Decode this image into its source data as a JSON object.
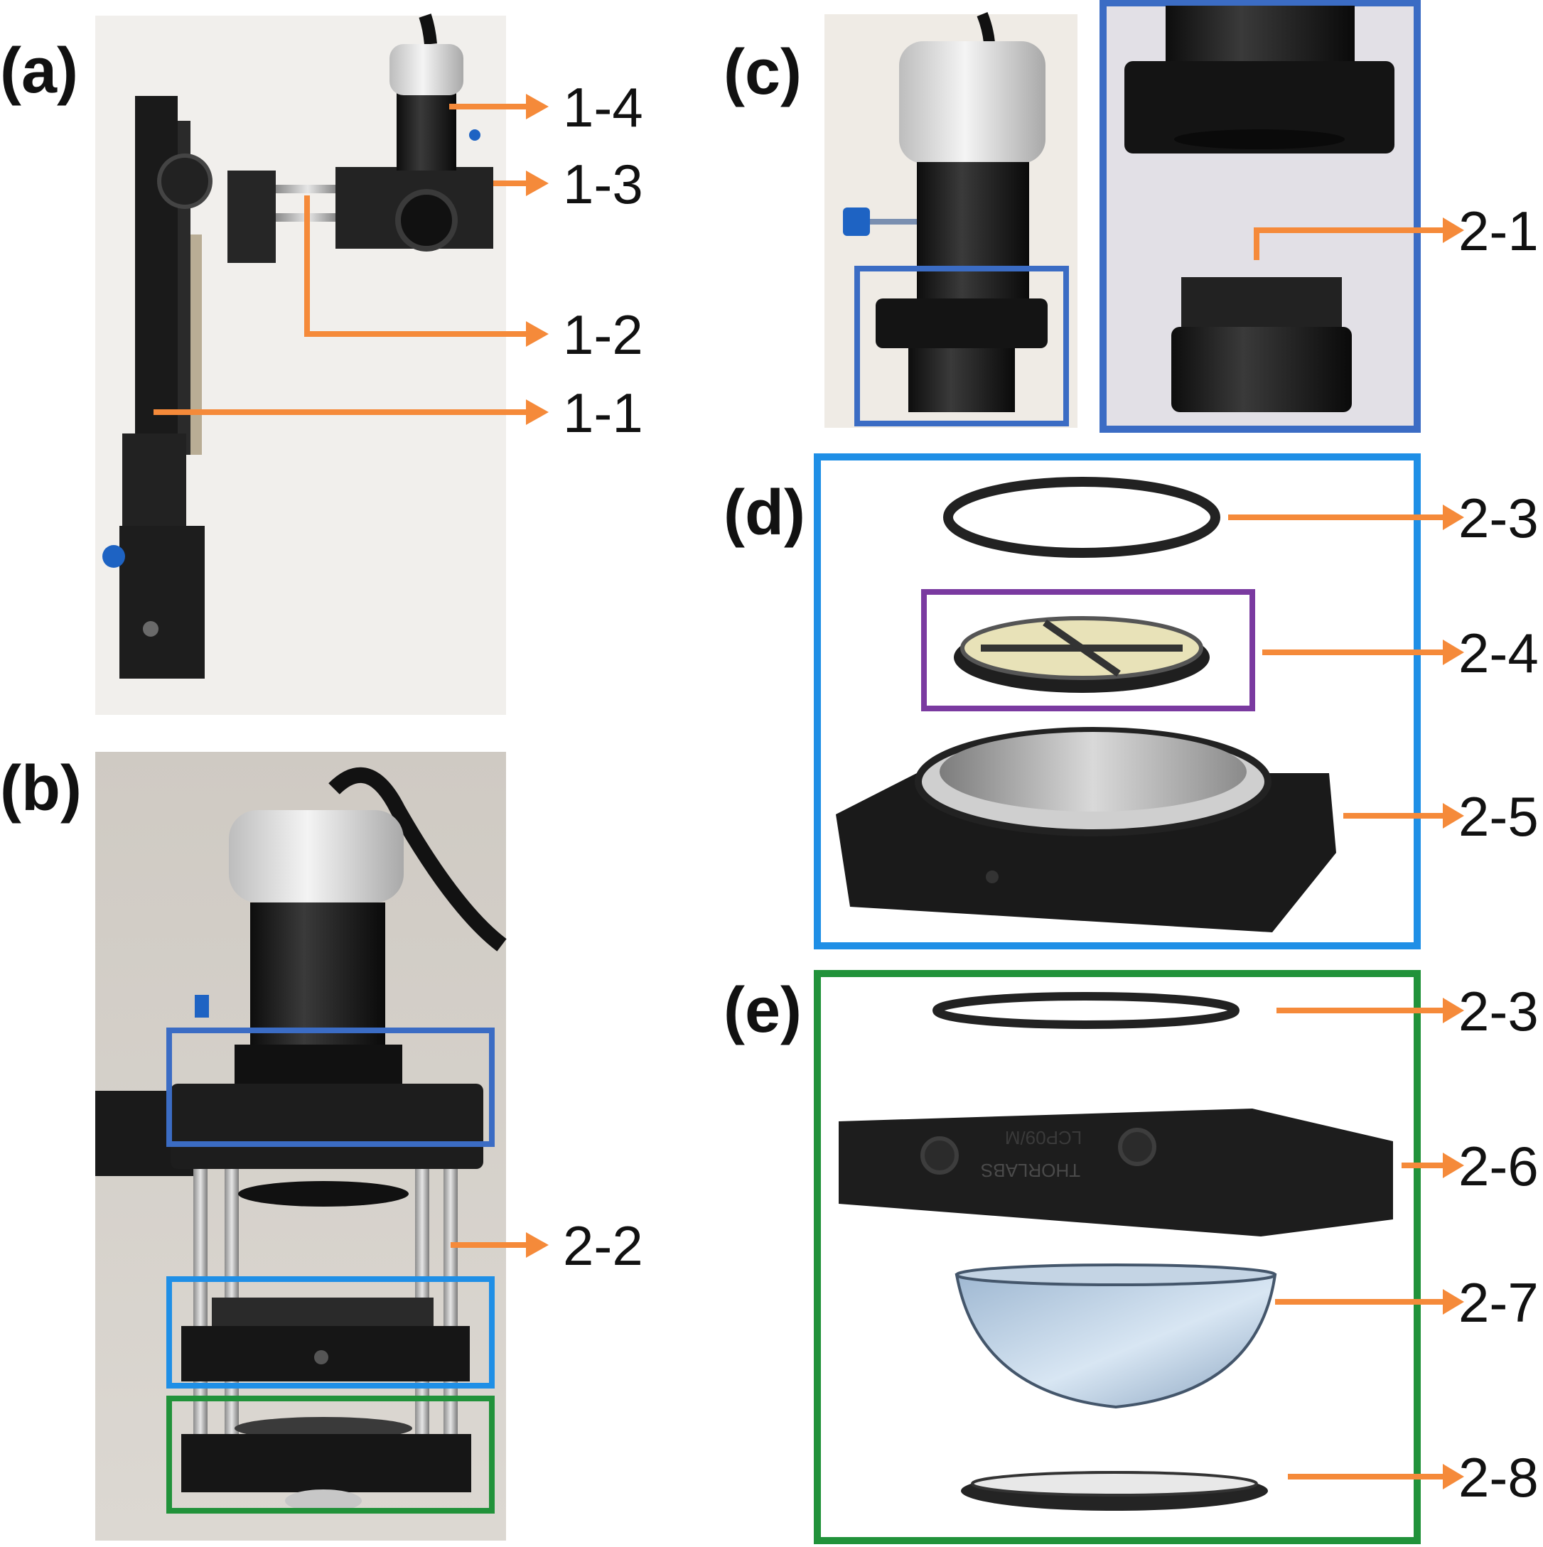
{
  "panels": {
    "a": {
      "label": "(a)"
    },
    "b": {
      "label": "(b)"
    },
    "c": {
      "label": "(c)"
    },
    "d": {
      "label": "(d)"
    },
    "e": {
      "label": "(e)"
    }
  },
  "callouts": {
    "c1_4": "1-4",
    "c1_3": "1-3",
    "c1_2": "1-2",
    "c1_1": "1-1",
    "c2_2": "2-2",
    "c2_1": "2-1",
    "c2_3a": "2-3",
    "c2_4": "2-4",
    "c2_5": "2-5",
    "c2_3b": "2-3",
    "c2_6": "2-6",
    "c2_7": "2-7",
    "c2_8": "2-8"
  },
  "engraved": {
    "part_number": "LCP09/M",
    "brand": "THORLABS"
  },
  "colors": {
    "arrow": "#f58a3a",
    "box_dark_blue": "#3b6cc4",
    "box_light_blue": "#1f8fe6",
    "box_green": "#21923a",
    "box_purple": "#7a3aa0"
  }
}
